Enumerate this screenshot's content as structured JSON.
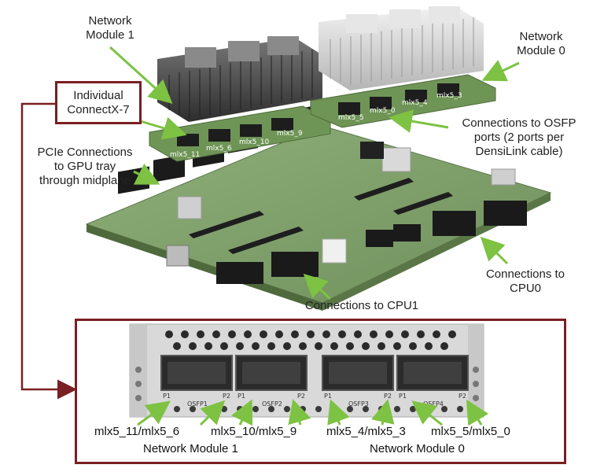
{
  "labels": {
    "network_module_1": [
      "Network",
      "Module 1"
    ],
    "network_module_0": [
      "Network",
      "Module 0"
    ],
    "individual_connectx7": [
      "Individual",
      "ConnectX-7"
    ],
    "pcie": [
      "PCIe Connections",
      "to GPU tray",
      "through midplane"
    ],
    "osfp_ports": [
      "Connections to OSFP",
      "ports (2 ports per",
      "DensiLink cable)"
    ],
    "cpu0": [
      "Connections to",
      "CPU0"
    ],
    "cpu1": "Connections to CPU1"
  },
  "chips_module1": [
    "mlx5_11",
    "mlx5_6",
    "mlx5_10",
    "mlx5_9"
  ],
  "chips_module0": [
    "mlx5_5",
    "mlx5_0",
    "mlx5_4",
    "mlx5_3"
  ],
  "ports": {
    "names": [
      "OSFP1",
      "OSFP2",
      "OSFP3",
      "OSFP4"
    ],
    "p1": "P1",
    "p2": "P2"
  },
  "bottom": {
    "pair_labels": [
      "mlx5_11/mlx5_6",
      "mlx5_10/mlx5_9",
      "mlx5_4/mlx5_3",
      "mlx5_5/mlx5_0"
    ],
    "module_labels": [
      "Network Module 1",
      "Network Module 0"
    ]
  },
  "colors": {
    "arrow_green": "#7dc242",
    "frame_red": "#7a1f22",
    "pcb_green": "#7fa068",
    "heatsink_dark": "#3a3a3a",
    "heatsink_light": "#cfcfcf"
  }
}
